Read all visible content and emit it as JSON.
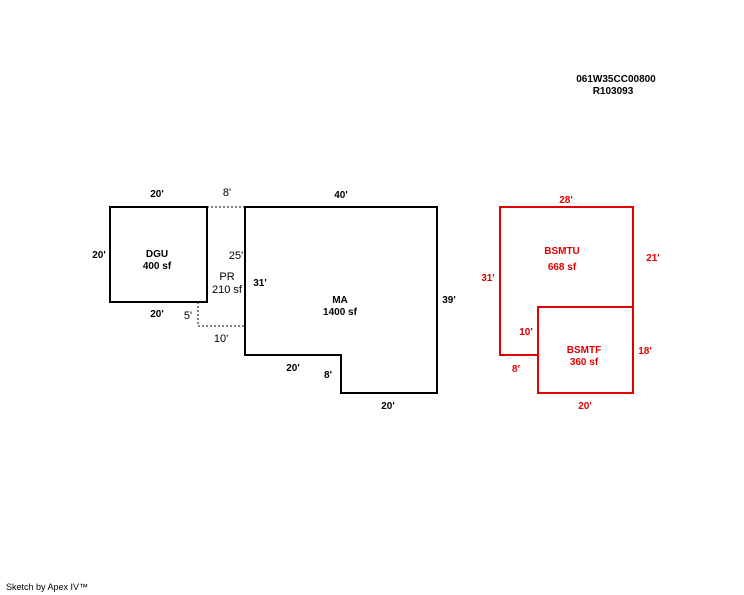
{
  "header": {
    "parcel_id": "061W35CC00800",
    "account": "R103093"
  },
  "footer": "Sketch by Apex IV™",
  "colors": {
    "main": "#000000",
    "basement": "#e00000"
  },
  "areas": {
    "dgu": {
      "name": "DGU",
      "area": "400 sf",
      "dims": {
        "top": "20'",
        "left": "20'",
        "bottom": "20'"
      }
    },
    "pr": {
      "name": "PR",
      "area": "210 sf",
      "dims": {
        "top": "8'",
        "right": "25'",
        "bottom_notch": "5'",
        "bottom": "10'"
      }
    },
    "ma": {
      "name": "MA",
      "area": "1400 sf",
      "dims": {
        "top": "40'",
        "left": "31'",
        "right": "39'",
        "step_top": "20'",
        "step_side": "8'",
        "bottom": "20'"
      }
    },
    "bsmtu": {
      "name": "BSMTU",
      "area": "668 sf",
      "dims": {
        "top": "28'",
        "left": "31'",
        "right": "21'",
        "inner": "10'",
        "step": "8'"
      }
    },
    "bsmtf": {
      "name": "BSMTF",
      "area": "360 sf",
      "dims": {
        "right": "18'",
        "bottom": "20'"
      }
    }
  }
}
